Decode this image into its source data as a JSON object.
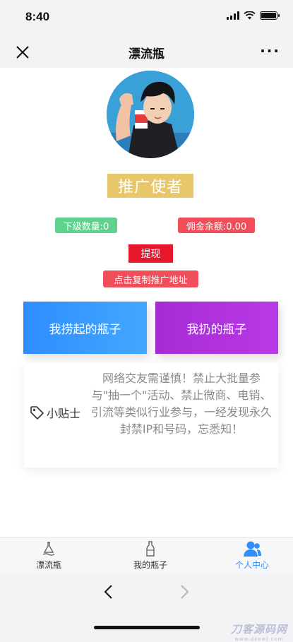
{
  "status_bar": {
    "time": "8:40"
  },
  "nav": {
    "title": "漂流瓶"
  },
  "profile": {
    "role": "推广使者",
    "sub_count_label": "下级数量:0",
    "commission_label": "佣金余额:0.00",
    "withdraw_label": "提现",
    "copy_link_label": "点击复制推广地址"
  },
  "actions": {
    "picked_label": "我捞起的瓶子",
    "thrown_label": "我扔的瓶子"
  },
  "tips": {
    "label": "小贴士",
    "text": "网络交友需谨慎！禁止大批量参与\"抽一个\"活动、禁止微商、电销、引流等类似行业参与，一经发现永久封禁IP和号码，忘悉知！"
  },
  "tab_bar": {
    "items": [
      {
        "label": "漂流瓶",
        "icon": "drift-bottle-icon"
      },
      {
        "label": "我的瓶子",
        "icon": "bottle-icon"
      },
      {
        "label": "个人中心",
        "icon": "user-icon",
        "active": true
      }
    ]
  },
  "watermark": {
    "main": "刀客源码网",
    "sub": "www.dkewl.com"
  },
  "colors": {
    "accent_blue": "#2f8dff",
    "purple": "#a62bd6",
    "gold": "#e8c76a",
    "green": "#5fd38d",
    "red": "#ef4e5a",
    "withdraw_red": "#e8172c"
  }
}
